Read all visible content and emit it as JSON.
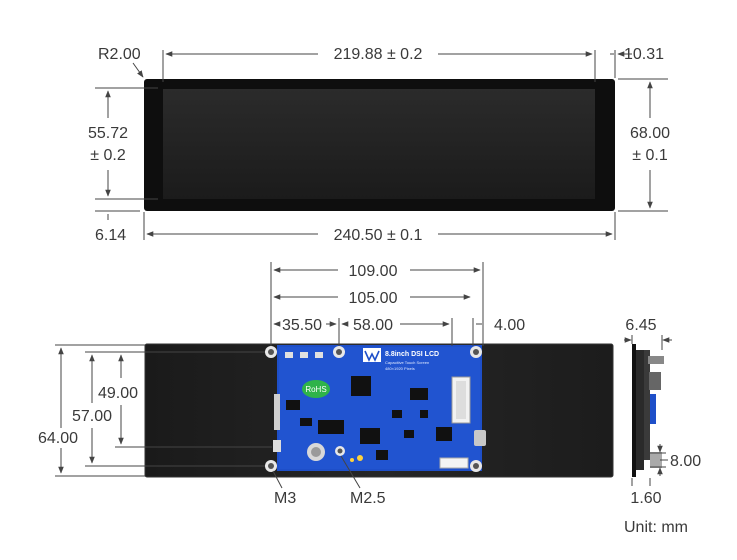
{
  "top_view": {
    "corner_radius": "R2.00",
    "width_active": "219.88 ± 0.2",
    "right_border": "10.31",
    "height_active_l1": "55.72",
    "height_active_l2": "± 0.2",
    "height_total_l1": "68.00",
    "height_total_l2": "± 0.1",
    "bottom_border": "6.14",
    "width_total": "240.50 ± 0.1"
  },
  "back_view": {
    "hole_span_outer": "109.00",
    "hole_span_inner": "105.00",
    "left_offset": "35.50",
    "mid_offset": "58.00",
    "right_offset": "4.00",
    "hole_vertical_1": "49.00",
    "hole_vertical_2": "57.00",
    "height_total": "64.00",
    "screw_left": "M3",
    "screw_right": "M2.5",
    "pcb_title": "8.8inch DSI LCD",
    "pcb_sub1": "Capacitive Touch Screen",
    "pcb_sub2": "480×1920 Pixels",
    "rohs": "RoHS"
  },
  "side_view": {
    "thickness": "6.45",
    "connector_height": "8.00",
    "glass_thickness": "1.60"
  },
  "unit": "Unit: mm"
}
